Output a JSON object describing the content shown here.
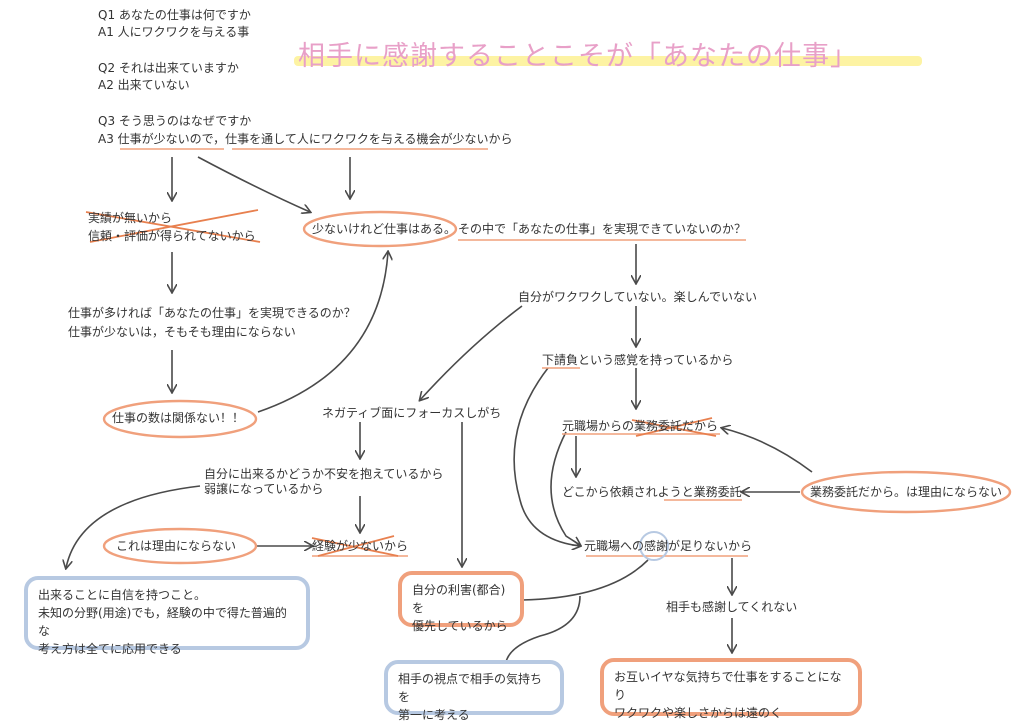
{
  "title": "相手に感謝することこそが「あなたの仕事」",
  "qa": {
    "q1": "Q1 あなたの仕事は何ですか",
    "a1": "A1 人にワクワクを与える事",
    "q2": "Q2 それは出来ていますか",
    "a2": "A2 出来ていない",
    "q3": "Q3 そう思うのはなぜですか",
    "a3": "A3 仕事が少ないので，仕事を通して人にワクワクを与える機会が少ないから"
  },
  "nodes": {
    "achievement_1": "実績が無いから",
    "achievement_2": "信頼・評価が得られてないから",
    "central_oval": "少ないけれど仕事はある。",
    "central_rest": "その中で「あなたの仕事」を実現できていないのか？",
    "more_work_1": "仕事が多ければ「あなたの仕事」を実現できるのか？",
    "more_work_2": "仕事が少ないは，そもそも理由にならない",
    "work_count": "仕事の数は関係ない！！",
    "not_excited": "自分がワクワクしていない。楽しんでいない",
    "subcontract": "下請負という感覚を持っているから",
    "negative": "ネガティブ面にフォーカスしがち",
    "former_job": "元職場からの業務委託だから",
    "anxiety_1": "自分に出来るかどうか不安を抱えているから",
    "anxiety_2": "弱譲になっているから",
    "any_request": "どこから依頼されようと業務委託",
    "not_reason_biz": "業務委託だから。は理由にならない",
    "not_reason": "これは理由にならない",
    "no_experience": "経験が少ないから",
    "gratitude": "元職場への感謝が足りないから",
    "confidence_1": "出来ることに自信を持つこと。",
    "confidence_2": "未知の分野(用途)でも，経験の中で得た普遍的な",
    "confidence_3": "考え方は全てに応用できる",
    "self_interest_1": "自分の利害(都合)を",
    "self_interest_2": "優先しているから",
    "partner_no_thanks": "相手も感謝してくれない",
    "viewpoint_1": "相手の視点で相手の気持ちを",
    "viewpoint_2": "第一に考える",
    "mutual_1": "お互いイヤな気持ちで仕事をすることになり",
    "mutual_2": "ワクワクや楽しさからは遠のく"
  },
  "colors": {
    "title": "#e8a0c8",
    "highlight": "#fdf3a3",
    "accent_orange": "#f0a07c",
    "accent_blue": "#b7c9e2",
    "arrow": "#4a4a4a",
    "cross": "#e8804f"
  }
}
